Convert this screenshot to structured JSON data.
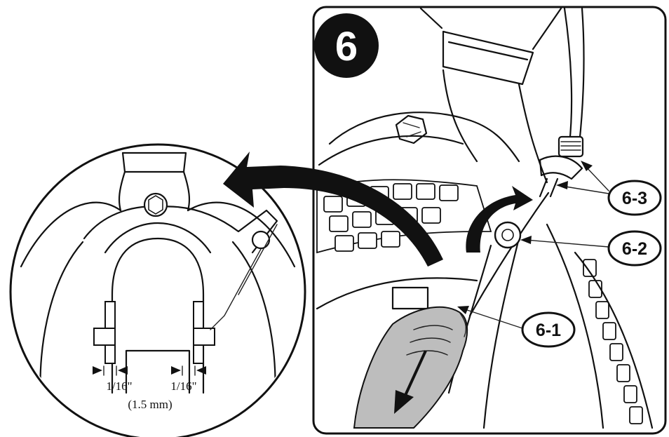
{
  "step": {
    "number": "6"
  },
  "callouts": [
    {
      "id": "6-3",
      "label": "6-3"
    },
    {
      "id": "6-2",
      "label": "6-2"
    },
    {
      "id": "6-1",
      "label": "6-1"
    }
  ],
  "detail": {
    "gap_left": "1/16\"",
    "gap_right": "1/16\"",
    "gap_metric": "(1.5 mm)"
  },
  "colors": {
    "ink": "#111111",
    "hand": "#bdbdbd",
    "background": "#ffffff"
  }
}
